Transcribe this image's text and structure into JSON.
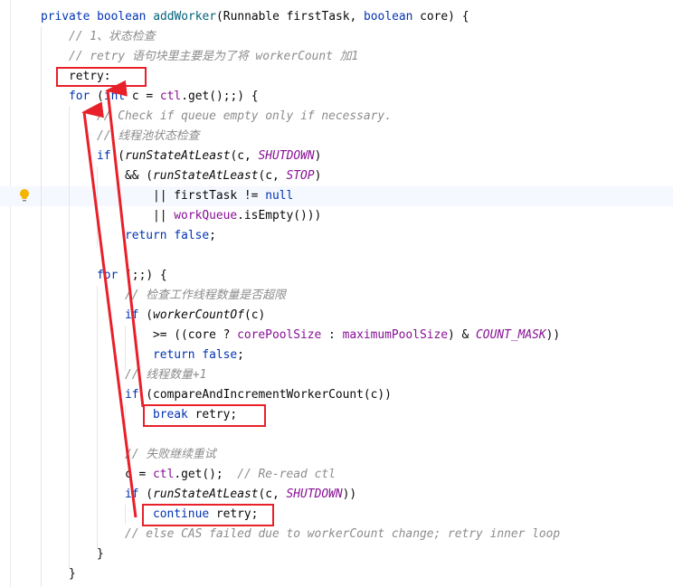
{
  "editor": {
    "accent": "#e8202a",
    "lines": [
      {
        "indent": 1,
        "tokens": [
          [
            "kw",
            "private boolean "
          ],
          [
            "fn",
            "addWorker"
          ],
          [
            "pl",
            "(Runnable firstTask, "
          ],
          [
            "kw",
            "boolean "
          ],
          [
            "pl",
            "core) {"
          ]
        ]
      },
      {
        "indent": 2,
        "tokens": [
          [
            "cm",
            "// 1、状态检查"
          ]
        ]
      },
      {
        "indent": 2,
        "tokens": [
          [
            "cm",
            "// retry 语句块里主要是为了将 workerCount 加1"
          ]
        ]
      },
      {
        "indent": 2,
        "tokens": [
          [
            "pl",
            "retry:"
          ]
        ]
      },
      {
        "indent": 2,
        "tokens": [
          [
            "kw",
            "for "
          ],
          [
            "pl",
            "("
          ],
          [
            "kw",
            "int "
          ],
          [
            "pl",
            "c = "
          ],
          [
            "fld",
            "ctl"
          ],
          [
            "pl",
            ".get();;) {"
          ]
        ]
      },
      {
        "indent": 3,
        "tokens": [
          [
            "cm",
            "// Check if queue empty only if necessary."
          ]
        ]
      },
      {
        "indent": 3,
        "tokens": [
          [
            "cm",
            "// 线程池状态检查"
          ]
        ]
      },
      {
        "indent": 3,
        "tokens": [
          [
            "kw",
            "if "
          ],
          [
            "pl",
            "("
          ],
          [
            "st",
            "runStateAtLeast"
          ],
          [
            "pl",
            "(c, "
          ],
          [
            "cst",
            "SHUTDOWN"
          ],
          [
            "pl",
            ")"
          ]
        ]
      },
      {
        "indent": 4,
        "tokens": [
          [
            "pl",
            "&& ("
          ],
          [
            "st",
            "runStateAtLeast"
          ],
          [
            "pl",
            "(c, "
          ],
          [
            "cst",
            "STOP"
          ],
          [
            "pl",
            ")"
          ]
        ]
      },
      {
        "indent": 5,
        "tokens": [
          [
            "pl",
            "|| firstTask != "
          ],
          [
            "kw",
            "null"
          ]
        ]
      },
      {
        "indent": 5,
        "tokens": [
          [
            "pl",
            "|| "
          ],
          [
            "fld",
            "workQueue"
          ],
          [
            "pl",
            ".isEmpty()))"
          ]
        ]
      },
      {
        "indent": 4,
        "tokens": [
          [
            "kw",
            "return false"
          ],
          [
            "pl",
            ";"
          ]
        ]
      },
      {
        "indent": 0,
        "tokens": []
      },
      {
        "indent": 3,
        "tokens": [
          [
            "kw",
            "for "
          ],
          [
            "pl",
            "(;;) {"
          ]
        ]
      },
      {
        "indent": 4,
        "tokens": [
          [
            "cm",
            "// 检查工作线程数量是否超限"
          ]
        ]
      },
      {
        "indent": 4,
        "tokens": [
          [
            "kw",
            "if "
          ],
          [
            "pl",
            "("
          ],
          [
            "st",
            "workerCountOf"
          ],
          [
            "pl",
            "(c)"
          ]
        ]
      },
      {
        "indent": 5,
        "tokens": [
          [
            "pl",
            ">= ((core ? "
          ],
          [
            "fld",
            "corePoolSize"
          ],
          [
            "pl",
            " : "
          ],
          [
            "fld",
            "maximumPoolSize"
          ],
          [
            "pl",
            ") & "
          ],
          [
            "cst",
            "COUNT_MASK"
          ],
          [
            "pl",
            "))"
          ]
        ]
      },
      {
        "indent": 5,
        "tokens": [
          [
            "kw",
            "return false"
          ],
          [
            "pl",
            ";"
          ]
        ]
      },
      {
        "indent": 4,
        "tokens": [
          [
            "cm",
            "// 线程数量+1"
          ]
        ]
      },
      {
        "indent": 4,
        "tokens": [
          [
            "kw",
            "if "
          ],
          [
            "pl",
            "(compareAndIncrementWorkerCount(c))"
          ]
        ]
      },
      {
        "indent": 5,
        "tokens": [
          [
            "kw",
            "break "
          ],
          [
            "pl",
            "retry;"
          ]
        ]
      },
      {
        "indent": 0,
        "tokens": []
      },
      {
        "indent": 4,
        "tokens": [
          [
            "cm",
            "// 失败继续重试"
          ]
        ]
      },
      {
        "indent": 4,
        "tokens": [
          [
            "pl",
            "c = "
          ],
          [
            "fld",
            "ctl"
          ],
          [
            "pl",
            ".get();  "
          ],
          [
            "cm",
            "// Re-read ctl"
          ]
        ]
      },
      {
        "indent": 4,
        "tokens": [
          [
            "kw",
            "if "
          ],
          [
            "pl",
            "("
          ],
          [
            "st",
            "runStateAtLeast"
          ],
          [
            "pl",
            "(c, "
          ],
          [
            "cst",
            "SHUTDOWN"
          ],
          [
            "pl",
            "))"
          ]
        ]
      },
      {
        "indent": 5,
        "tokens": [
          [
            "kw",
            "continue "
          ],
          [
            "pl",
            "retry;"
          ]
        ]
      },
      {
        "indent": 4,
        "tokens": [
          [
            "cm",
            "// else CAS failed due to workerCount change; retry inner loop"
          ]
        ]
      },
      {
        "indent": 3,
        "tokens": [
          [
            "pl",
            "}"
          ]
        ]
      },
      {
        "indent": 2,
        "tokens": [
          [
            "pl",
            "}"
          ]
        ]
      }
    ]
  }
}
